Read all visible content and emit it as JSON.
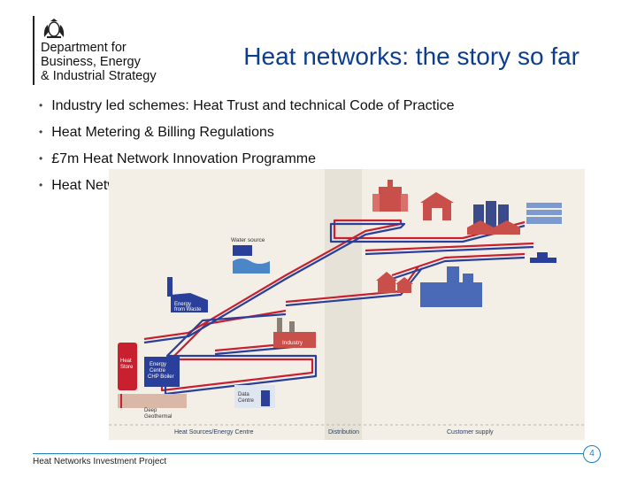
{
  "logo": {
    "lines": [
      "Department for",
      "Business, Energy",
      "& Industrial Strategy"
    ]
  },
  "title": "Heat networks: the story so far",
  "bullets": [
    "Industry led schemes: Heat Trust and technical Code of Practice",
    "Heat Metering & Billing Regulations",
    "£7m Heat Network Innovation Programme",
    "Heat Network Delivery Unit"
  ],
  "diagram": {
    "labels": {
      "water_source": "Water source",
      "energy_from_waste_1": "Energy",
      "energy_from_waste_2": "from Waste",
      "industry": "Industry",
      "heat_store_1": "Heat",
      "heat_store_2": "Store",
      "energy_centre_1": "Energy",
      "energy_centre_2": "Centre",
      "energy_centre_3": "CHP Boiler",
      "deep_geo_1": "Deep",
      "deep_geo_2": "Geothermal",
      "data_centre_1": "Data",
      "data_centre_2": "Centre",
      "bottom_sources": "Heat Sources/Energy Centre",
      "bottom_distribution": "Distribution",
      "bottom_customer": "Customer supply"
    },
    "colors": {
      "background": "#f3efe6",
      "distribution_band": "#e6e2d7",
      "flow_pipe": "#c8202f",
      "return_pipe": "#2a3f9a",
      "buildings": "#c9504a",
      "blue_buildings": "#4a6ab8"
    }
  },
  "footer": {
    "text": "Heat Networks Investment Project",
    "page_number": "4"
  }
}
